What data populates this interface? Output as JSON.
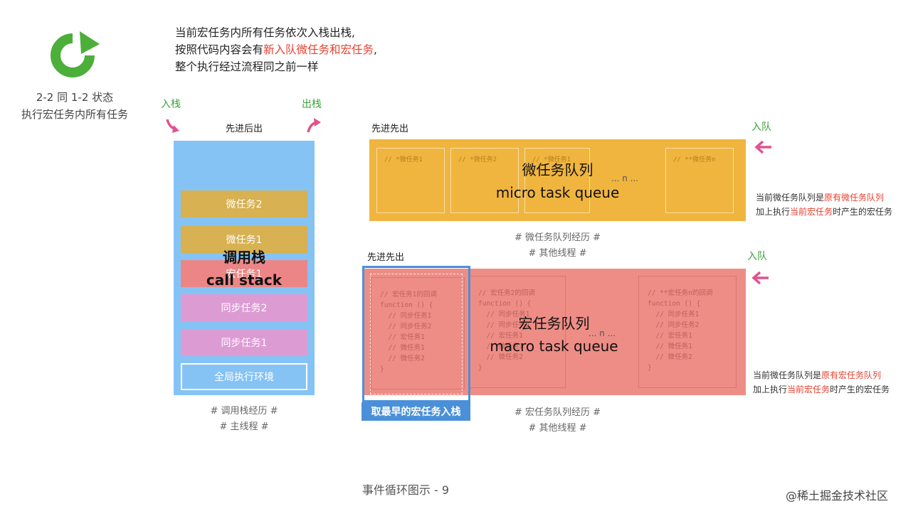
{
  "status": {
    "line1": "2-2 同 1-2 状态",
    "line2": "执行宏任务内所有任务"
  },
  "description": {
    "line1": "当前宏任务内所有任务依次入栈出栈,",
    "line2_before": "按照代码内容会有",
    "line2_highlight": "新入队微任务和宏任务",
    "line2_after": ",",
    "line3": "整个执行经过流程同之前一样"
  },
  "stack": {
    "push_label": "入栈",
    "pop_label": "出栈",
    "order_label": "先进后出",
    "title_cn": "调用栈",
    "title_en": "call stack",
    "items": [
      "微任务2",
      "微任务1",
      "宏任务1",
      "同步任务2",
      "同步任务1",
      "全局执行环境"
    ],
    "foot1": "# 调用栈经历 #",
    "foot2": "# 主线程 #"
  },
  "micro_queue": {
    "order_label": "先进先出",
    "enqueue_label": "入队",
    "title_cn": "微任务队列",
    "title_en": "micro task queue",
    "slots": [
      "// *微任务1",
      "// *微任务2",
      "// *微任务1",
      "// **微任务n"
    ],
    "ellipsis": "... n ...",
    "foot1": "# 微任务队列经历 #",
    "foot2": "# 其他线程 #",
    "note_line1_before": "当前微任务队列是",
    "note_line1_highlight": "原有微任务队列",
    "note_line2_before": "加上执行",
    "note_line2_highlight": "当前宏任务",
    "note_line2_after": "时产生的宏任务"
  },
  "macro_queue": {
    "order_label": "先进先出",
    "enqueue_label": "入队",
    "title_cn": "宏任务队列",
    "title_en": "macro task queue",
    "slots": [
      "// 宏任务1的回调\nfunction () {\n  // 同步任务1\n  // 同步任务2\n  // 宏任务1\n  // 微任务1\n  // 微任务2\n}",
      "// 宏任务2的回调\nfunction () {\n  // 同步任务1\n  // 同步任务2\n  // 宏任务1\n  // 微任务1\n  // 微任务2\n}",
      "// **宏任务n的回调\nfunction () {\n  // 同步任务1\n  // 同步任务2\n  // 宏任务1\n  // 微任务1\n  // 微任务2\n}"
    ],
    "ellipsis": "... n ...",
    "take_label": "取最早的宏任务入栈",
    "foot1": "# 宏任务队列经历 #",
    "foot2": "# 其他线程 #",
    "note_line1_before": "当前微任务队列是",
    "note_line1_highlight": "原有宏任务队列",
    "note_line2_before": "加上执行",
    "note_line2_highlight": "当前宏任务",
    "note_line2_after": "时产生的宏任务"
  },
  "caption": "事件循环图示 - 9",
  "watermark": "@稀土掘金技术社区",
  "colors": {
    "refresh_icon": "#4caf3a",
    "arrow": "#e0528f",
    "green_label": "#3aa33a",
    "highlight": "#e8402f",
    "stack_bg": "#85c3f5",
    "micro_bg": "#f0b53e",
    "macro_bg": "#ed8d86",
    "take_box": "#4a90d9"
  }
}
